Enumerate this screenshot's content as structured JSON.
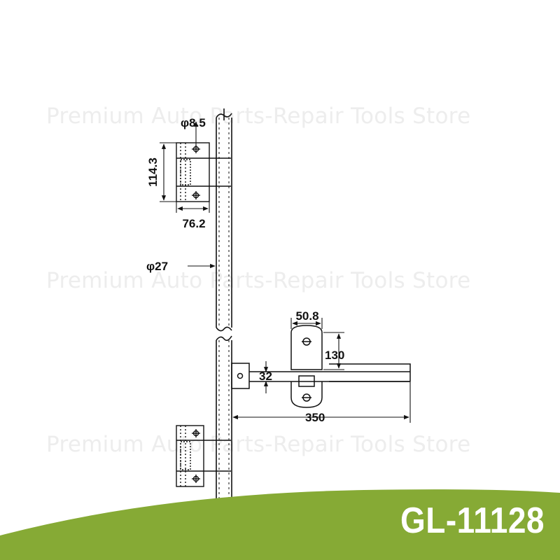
{
  "watermark": "Premium Auto Parts-Repair Tools Store",
  "model_code": "GL-11128",
  "colors": {
    "banner": "#86aa35",
    "line": "#111111",
    "watermark": "#ededed",
    "text_on_banner": "#ffffff"
  },
  "dimensions": {
    "hole_diameter": "φ8.5",
    "plate_height": "114.3",
    "plate_width": "76.2",
    "rod_diameter": "φ27",
    "bracket_width": "50.8",
    "bracket_height": "130",
    "arm_offset": "32",
    "handle_length": "350"
  }
}
